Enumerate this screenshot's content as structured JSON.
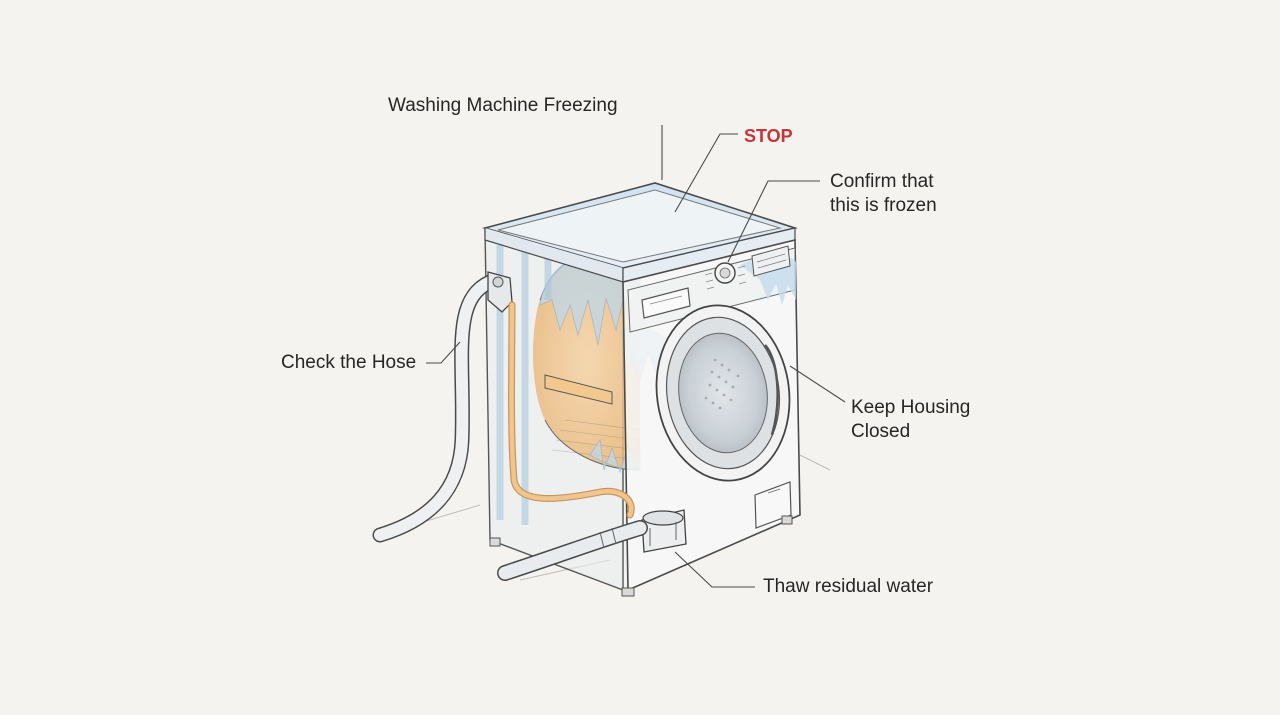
{
  "title": "Washing Machine Freezing",
  "labels": {
    "stop": "STOP",
    "confirm_frozen": [
      "Confirm that",
      "this is frozen"
    ],
    "check_hose": "Check the Hose",
    "keep_housing": [
      "Keep Housing",
      "Closed"
    ],
    "thaw_water": "Thaw residual water"
  },
  "colors": {
    "background": "#f4f3ef",
    "stop_text": "#c8333a",
    "line": "#4a4a4a",
    "ice": "#bcd7ea",
    "warm_drum": "#f0c48c",
    "hose_inner": "#e9b77a"
  }
}
